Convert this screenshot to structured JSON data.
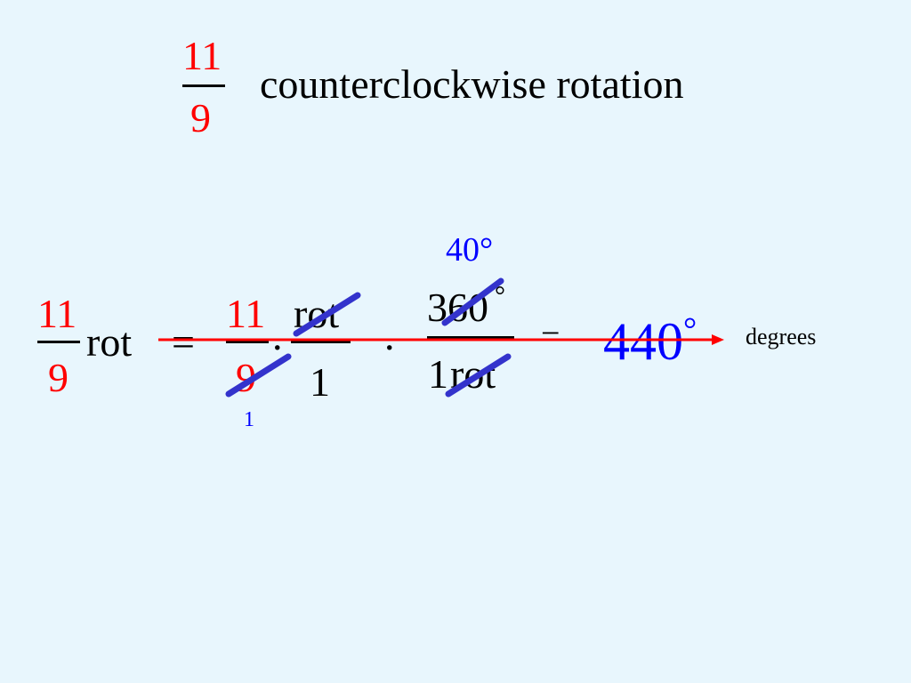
{
  "title": {
    "numerator": "11",
    "denominator": "9",
    "text": "counterclockwise rotation"
  },
  "equation": {
    "lhs_numerator": "11",
    "lhs_denominator": "9",
    "lhs_unit": "rot",
    "equals_1": "=",
    "frac1_numerator": "11",
    "frac1_denominator": "9",
    "dot_1": ".",
    "frac2_numerator": "rot",
    "frac2_denominator": "1",
    "dot_2": ".",
    "frac3_numerator": "360",
    "frac3_numerator_degree": "°",
    "frac3_denominator_number": "1",
    "frac3_denominator_unit": "rot",
    "equals_2": "=",
    "result": "440",
    "result_degree": "°",
    "result_unit": "degrees"
  },
  "annotations": {
    "reduced_360": "40°",
    "reduced_9": "1"
  },
  "colors": {
    "background": "#e8f6fd",
    "red": "#ff0000",
    "blue": "#0000ff",
    "strike": "#3333cc",
    "black": "#000000"
  }
}
